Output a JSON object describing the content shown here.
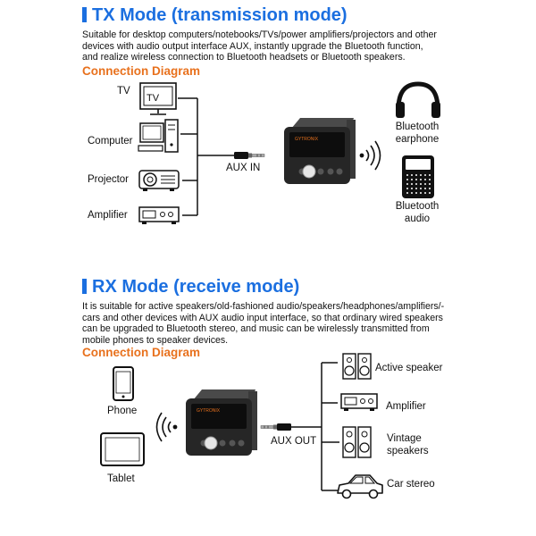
{
  "tx": {
    "title": "TX Mode (transmission mode)",
    "desc_lines": [
      "Suitable for desktop computers/notebooks/TVs/power amplifiers/projectors and other",
      "devices with audio output interface AUX, instantly upgrade the Bluetooth function,",
      "and realize wireless connection to Bluetooth headsets or Bluetooth speakers."
    ],
    "diagram_title": "Connection Diagram",
    "sources": [
      "TV",
      "Computer",
      "Projector",
      "Amplifier"
    ],
    "tv_screen_text": "TV",
    "port_label": "AUX IN",
    "outputs": {
      "earphone": "Bluetooth earphone",
      "audio": "Bluetooth audio"
    }
  },
  "rx": {
    "title": "RX Mode (receive mode)",
    "desc_lines": [
      "It is suitable for active speakers/old-fashioned audio/speakers/headphones/amplifiers/-",
      "cars and other devices with AUX audio input interface, so that ordinary wired speakers",
      "can be upgraded to Bluetooth stereo, and music can be wirelessly transmitted from",
      "mobile phones to speaker devices."
    ],
    "diagram_title": "Connection Diagram",
    "sources": [
      "Phone",
      "Tablet"
    ],
    "port_label": "AUX OUT",
    "outputs": [
      "Active speaker",
      "Amplifier",
      "Vintage speakers",
      "Car stereo"
    ]
  },
  "device": {
    "brand": "GYTRONIX"
  },
  "colors": {
    "title_blue": "#1b6fe0",
    "diagram_orange": "#e8711d",
    "device_body": "#2a2a2a"
  },
  "icons": [
    "tv-icon",
    "computer-icon",
    "projector-icon",
    "amplifier-icon",
    "headphones-icon",
    "smart-speaker-icon",
    "phone-icon",
    "tablet-icon",
    "active-speaker-icon",
    "vintage-speaker-icon",
    "car-icon",
    "wireless-signal-icon",
    "aux-plug-icon"
  ]
}
